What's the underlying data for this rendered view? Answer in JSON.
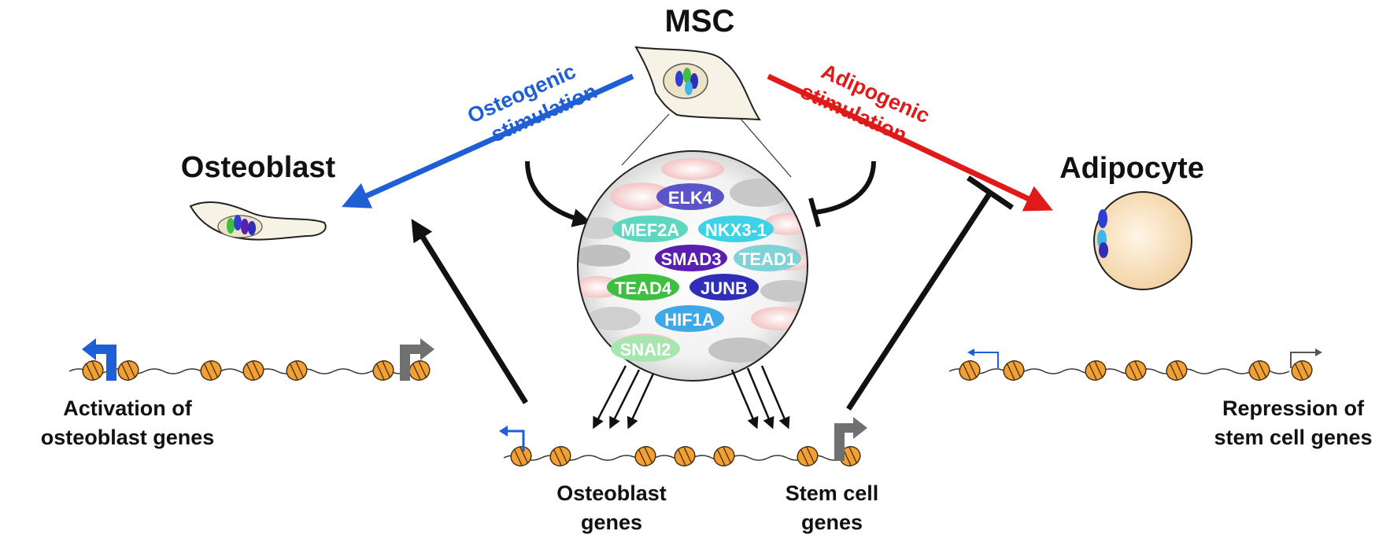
{
  "titles": {
    "msc": "MSC",
    "osteoblast": "Osteoblast",
    "adipocyte": "Adipocyte"
  },
  "stimulation": {
    "osteogenic_line1": "Osteogenic",
    "osteogenic_line2": "stimulation",
    "adipogenic_line1": "Adipogenic",
    "adipogenic_line2": "stimulation"
  },
  "factors": [
    {
      "name": "ELK4",
      "color": "#5a55c8"
    },
    {
      "name": "MEF2A",
      "color": "#5fd6c0"
    },
    {
      "name": "NKX3-1",
      "color": "#3fd2e6"
    },
    {
      "name": "SMAD3",
      "color": "#5a1fb0"
    },
    {
      "name": "TEAD1",
      "color": "#7fd3d6"
    },
    {
      "name": "TEAD4",
      "color": "#3fbf3f"
    },
    {
      "name": "JUNB",
      "color": "#2e2eb8"
    },
    {
      "name": "HIF1A",
      "color": "#3fa8e6"
    },
    {
      "name": "SNAI2",
      "color": "#a8e6b0"
    }
  ],
  "captions": {
    "activation_line1": "Activation of",
    "activation_line2": "osteoblast genes",
    "repression_line1": "Repression of",
    "repression_line2": "stem cell genes",
    "osteoblast_genes_line1": "Osteoblast",
    "osteoblast_genes_line2": "genes",
    "stem_genes_line1": "Stem cell",
    "stem_genes_line2": "genes"
  },
  "colors": {
    "osteogenic": "#1f5fd6",
    "adipogenic": "#e01919",
    "nucleosome": "#f0a035",
    "gene_gray": "#707070",
    "arrow": "#111111"
  }
}
